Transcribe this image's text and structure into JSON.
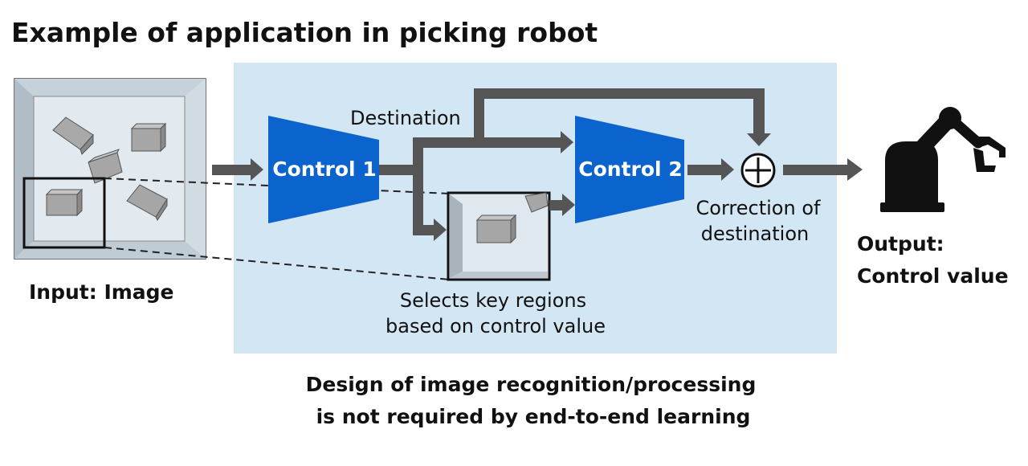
{
  "title": "Example of application in picking robot",
  "input_label": "Input: Image",
  "control1_label": "Control 1",
  "control2_label": "Control 2",
  "destination_label": "Destination",
  "correction_label": [
    "Correction of",
    "destination"
  ],
  "selects_label": [
    "Selects key regions",
    "based on control value"
  ],
  "output_label": [
    "Output:",
    "Control value"
  ],
  "bottom_caption": [
    "Design of image recognition/processing",
    "is not required by end-to-end learning"
  ],
  "colors": {
    "panel_bg": "#d3e6f4",
    "control_blue": "#0b63ce",
    "arrow_gray": "#555555",
    "tray_inner": "#dfe8ee",
    "box_gray": "#999999"
  }
}
